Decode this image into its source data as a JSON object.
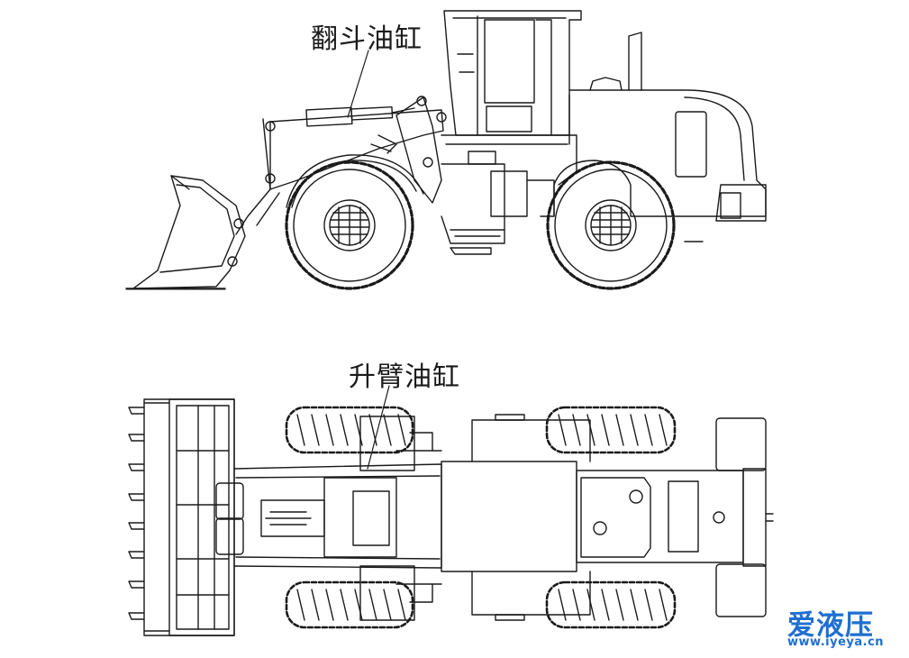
{
  "labels": {
    "tipping_cylinder": "翻斗油缸",
    "lifting_cylinder": "升臂油缸"
  },
  "watermark": {
    "brand": "爱液压",
    "url": "www.iyeya.cn"
  },
  "colors": {
    "line": "#1a1a1a",
    "watermark": "#1f6fd0",
    "background": "#ffffff"
  }
}
